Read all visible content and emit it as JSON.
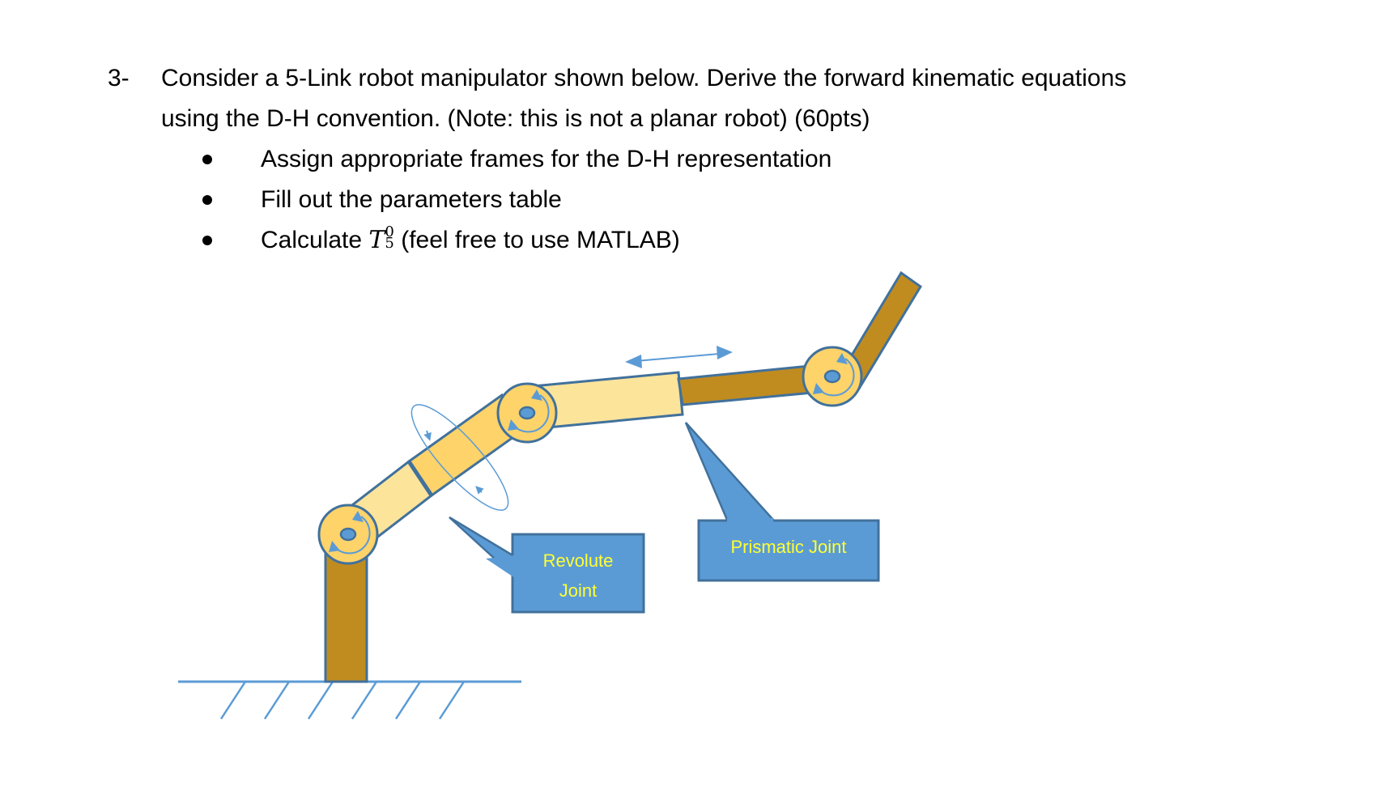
{
  "question": {
    "number": "3-",
    "line1": "Consider a 5-Link robot manipulator shown below. Derive the forward kinematic equations",
    "line2": "using the D-H convention. (Note: this is not a planar robot) (60pts)",
    "bullets": [
      {
        "text": "Assign appropriate frames for the D-H representation"
      },
      {
        "text": "Fill out the parameters table"
      },
      {
        "prefix": "Calculate ",
        "math_base": "T",
        "math_sup": "0",
        "math_sub": "5",
        "suffix": " (feel free to use MATLAB)"
      }
    ]
  },
  "diagram": {
    "callouts": {
      "revolute": {
        "line1": "Revolute",
        "line2": "Joint"
      },
      "prismatic": {
        "line1": "Prismatic Joint"
      }
    },
    "colors": {
      "dark_link": "#c08c20",
      "light_link": "#fde49b",
      "mid_link": "#fdd36a",
      "joint_fill": "#fdd36a",
      "outline": "#41719c",
      "callout_fill": "#5b9bd5",
      "callout_text": "#ffff33",
      "ground": "#5b9bd5"
    }
  }
}
